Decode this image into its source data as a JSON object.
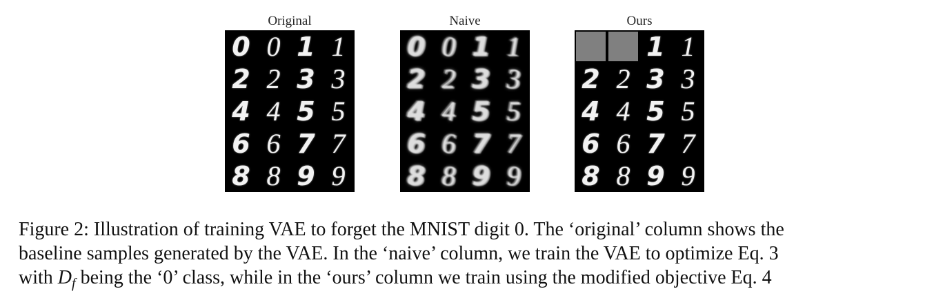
{
  "panels": [
    {
      "title": "Original",
      "cells": [
        {
          "d": "0",
          "v": "plain"
        },
        {
          "d": "0",
          "v": "serif"
        },
        {
          "d": "1",
          "v": "plain"
        },
        {
          "d": "1",
          "v": "serif"
        },
        {
          "d": "2",
          "v": "plain"
        },
        {
          "d": "2",
          "v": "serif"
        },
        {
          "d": "3",
          "v": "plain"
        },
        {
          "d": "3",
          "v": "serif"
        },
        {
          "d": "4",
          "v": "plain"
        },
        {
          "d": "4",
          "v": "serif"
        },
        {
          "d": "5",
          "v": "plain"
        },
        {
          "d": "5",
          "v": "serif"
        },
        {
          "d": "6",
          "v": "plain"
        },
        {
          "d": "6",
          "v": "serif"
        },
        {
          "d": "7",
          "v": "plain"
        },
        {
          "d": "7",
          "v": "serif"
        },
        {
          "d": "8",
          "v": "plain"
        },
        {
          "d": "8",
          "v": "serif"
        },
        {
          "d": "9",
          "v": "plain"
        },
        {
          "d": "9",
          "v": "serif"
        }
      ]
    },
    {
      "title": "Naive",
      "cells": [
        {
          "d": "0",
          "v": "noisy"
        },
        {
          "d": "0",
          "v": "noisy"
        },
        {
          "d": "1",
          "v": "noisy"
        },
        {
          "d": "1",
          "v": "noisy"
        },
        {
          "d": "2",
          "v": "noisy"
        },
        {
          "d": "2",
          "v": "noisy"
        },
        {
          "d": "3",
          "v": "noisy"
        },
        {
          "d": "3",
          "v": "noisy"
        },
        {
          "d": "4",
          "v": "noisy"
        },
        {
          "d": "4",
          "v": "noisy"
        },
        {
          "d": "5",
          "v": "noisy"
        },
        {
          "d": "5",
          "v": "noisy"
        },
        {
          "d": "6",
          "v": "noisy"
        },
        {
          "d": "6",
          "v": "noisy"
        },
        {
          "d": "7",
          "v": "noisy"
        },
        {
          "d": "7",
          "v": "noisy"
        },
        {
          "d": "8",
          "v": "noisy"
        },
        {
          "d": "8",
          "v": "noisy"
        },
        {
          "d": "9",
          "v": "noisy"
        },
        {
          "d": "9",
          "v": "noisy"
        }
      ]
    },
    {
      "title": "Ours",
      "cells": [
        {
          "d": "",
          "v": "grey"
        },
        {
          "d": "",
          "v": "grey"
        },
        {
          "d": "1",
          "v": "plain"
        },
        {
          "d": "1",
          "v": "serif"
        },
        {
          "d": "2",
          "v": "plain"
        },
        {
          "d": "2",
          "v": "serif"
        },
        {
          "d": "3",
          "v": "plain"
        },
        {
          "d": "3",
          "v": "serif"
        },
        {
          "d": "4",
          "v": "plain"
        },
        {
          "d": "4",
          "v": "serif"
        },
        {
          "d": "5",
          "v": "plain"
        },
        {
          "d": "5",
          "v": "serif"
        },
        {
          "d": "6",
          "v": "plain"
        },
        {
          "d": "6",
          "v": "serif"
        },
        {
          "d": "7",
          "v": "plain"
        },
        {
          "d": "7",
          "v": "serif"
        },
        {
          "d": "8",
          "v": "plain"
        },
        {
          "d": "8",
          "v": "serif"
        },
        {
          "d": "9",
          "v": "plain"
        },
        {
          "d": "9",
          "v": "serif"
        }
      ]
    }
  ],
  "caption": {
    "line1": "Figure 2: Illustration of training VAE to forget the MNIST digit 0. The ‘original’ column shows the",
    "line2": "baseline samples generated by the VAE. In the ‘naive’ column, we train the VAE to optimize Eq. 3",
    "line3_pre": "with ",
    "math_base": "D",
    "math_sub": "f",
    "line3_post": " being the ‘0’ class, while in the ‘ours’ column we train using the modified objective Eq. 4"
  },
  "colors": {
    "grid_background": "#000000",
    "forgotten_tile": "#808080"
  }
}
